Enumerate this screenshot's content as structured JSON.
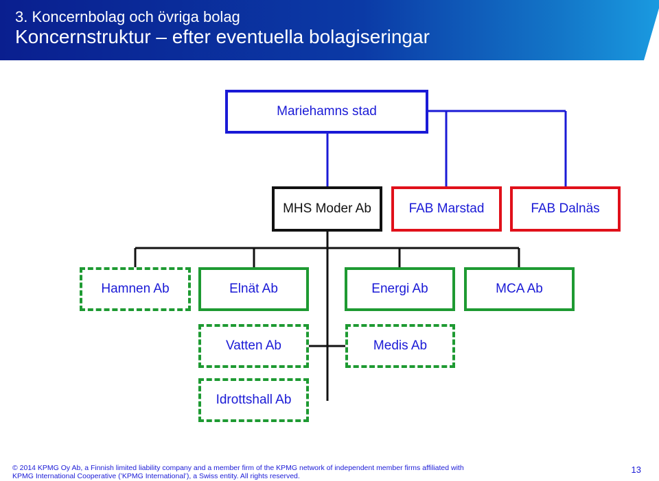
{
  "header": {
    "subtitle": "3. Koncernbolag och övriga bolag",
    "title": "Koncernstruktur – efter eventuella bolagiseringar"
  },
  "org": {
    "root": "Mariehamns stad",
    "level2": [
      "MHS Moder Ab",
      "FAB Marstad",
      "FAB Dalnäs"
    ],
    "level3": [
      "Hamnen Ab",
      "Elnät Ab",
      "Energi Ab",
      "MCA Ab"
    ],
    "level4": [
      "Vatten Ab",
      "Medis Ab"
    ],
    "level5": [
      "Idrottshall Ab"
    ]
  },
  "colors": {
    "header_blue": "#0a1f8f",
    "header_light": "#1a8fd6",
    "blue": "#1a1ad6",
    "red": "#e0101a",
    "green": "#1e9a32"
  },
  "footer": {
    "line1": "© 2014 KPMG Oy Ab, a Finnish limited liability company and a member firm of the KPMG network of independent member firms affiliated with",
    "line2": "KPMG International Cooperative (’KPMG International’), a Swiss entity. All rights reserved.",
    "page_number": "13"
  }
}
